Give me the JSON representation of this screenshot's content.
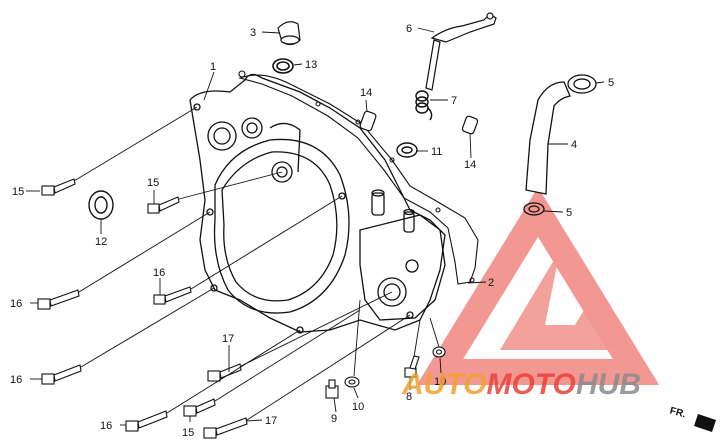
{
  "callouts": [
    {
      "id": "c1",
      "text": "1"
    },
    {
      "id": "c2",
      "text": "2"
    },
    {
      "id": "c3",
      "text": "3"
    },
    {
      "id": "c4",
      "text": "4"
    },
    {
      "id": "c5a",
      "text": "5"
    },
    {
      "id": "c5b",
      "text": "5"
    },
    {
      "id": "c6",
      "text": "6"
    },
    {
      "id": "c7",
      "text": "7"
    },
    {
      "id": "c8",
      "text": "8"
    },
    {
      "id": "c9",
      "text": "9"
    },
    {
      "id": "c10a",
      "text": "10"
    },
    {
      "id": "c10b",
      "text": "10"
    },
    {
      "id": "c11",
      "text": "11"
    },
    {
      "id": "c12",
      "text": "12"
    },
    {
      "id": "c13",
      "text": "13"
    },
    {
      "id": "c14a",
      "text": "14"
    },
    {
      "id": "c14b",
      "text": "14"
    },
    {
      "id": "c15a",
      "text": "15"
    },
    {
      "id": "c15b",
      "text": "15"
    },
    {
      "id": "c15c",
      "text": "15"
    },
    {
      "id": "c16a",
      "text": "16"
    },
    {
      "id": "c16b",
      "text": "16"
    },
    {
      "id": "c16c",
      "text": "16"
    },
    {
      "id": "c16d",
      "text": "16"
    },
    {
      "id": "c17a",
      "text": "17"
    },
    {
      "id": "c17b",
      "text": "17"
    }
  ],
  "direction_marker": "FR.",
  "watermark": {
    "part1": "AUTO",
    "part2": "MOTO",
    "part3": "HUB",
    "color_orange": "#f0a030",
    "color_red": "#e8433a",
    "color_gray": "#8a8a8a"
  }
}
